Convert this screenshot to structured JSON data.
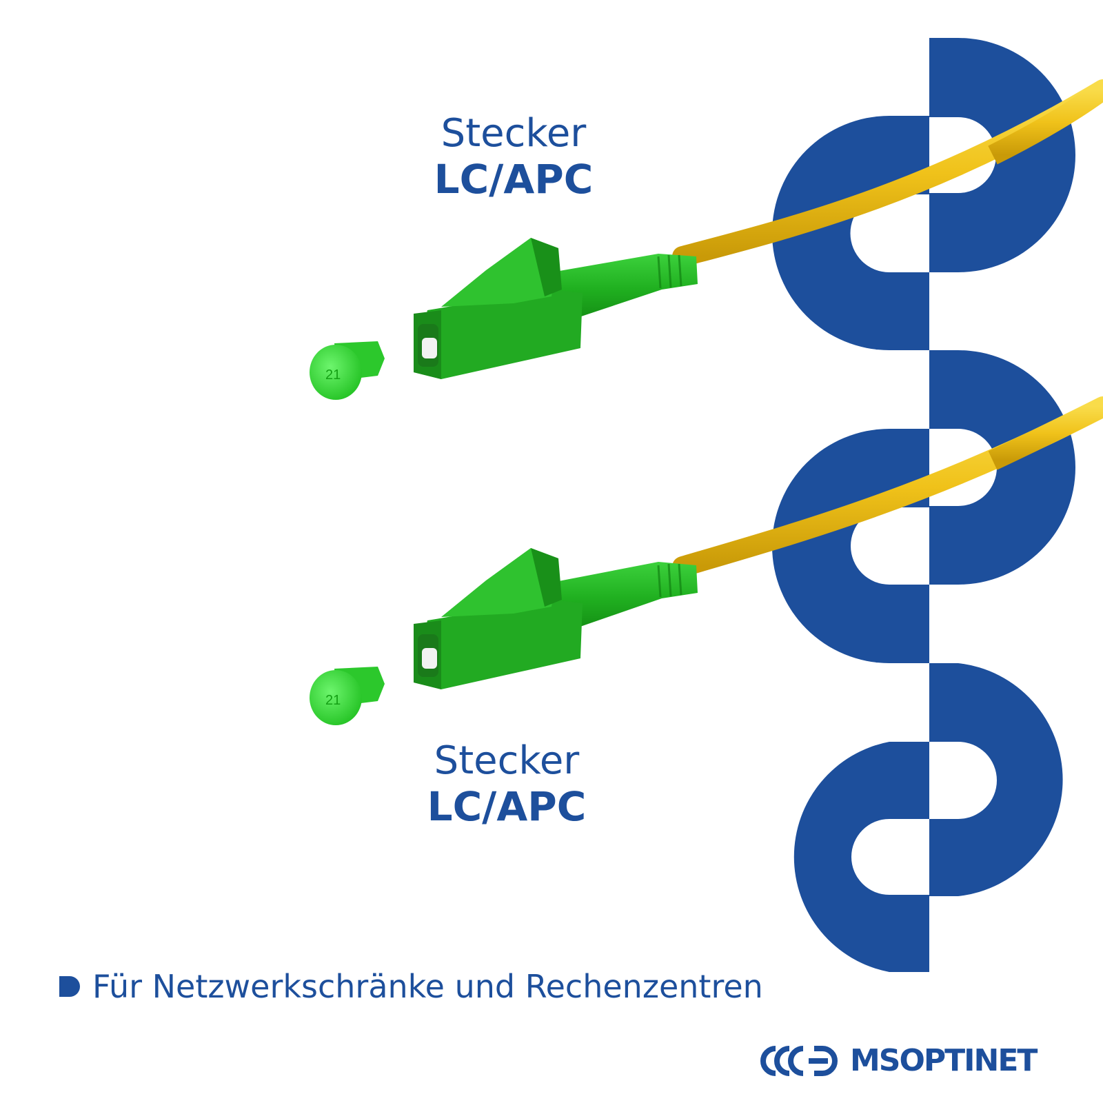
{
  "connector_top": {
    "title": "Stecker",
    "type": "LC/APC"
  },
  "connector_bottom": {
    "title": "Stecker",
    "type": "LC/APC"
  },
  "feature": {
    "text": "Für Netzwerkschränke und Rechenzentren"
  },
  "logo": {
    "brand": "MSOPTINET"
  },
  "cap_marking": "21",
  "colors": {
    "brand_blue": "#1d4f9c",
    "connector_green": "#1aa11a",
    "cable_yellow": "#f1c51a",
    "background": "#ffffff"
  }
}
